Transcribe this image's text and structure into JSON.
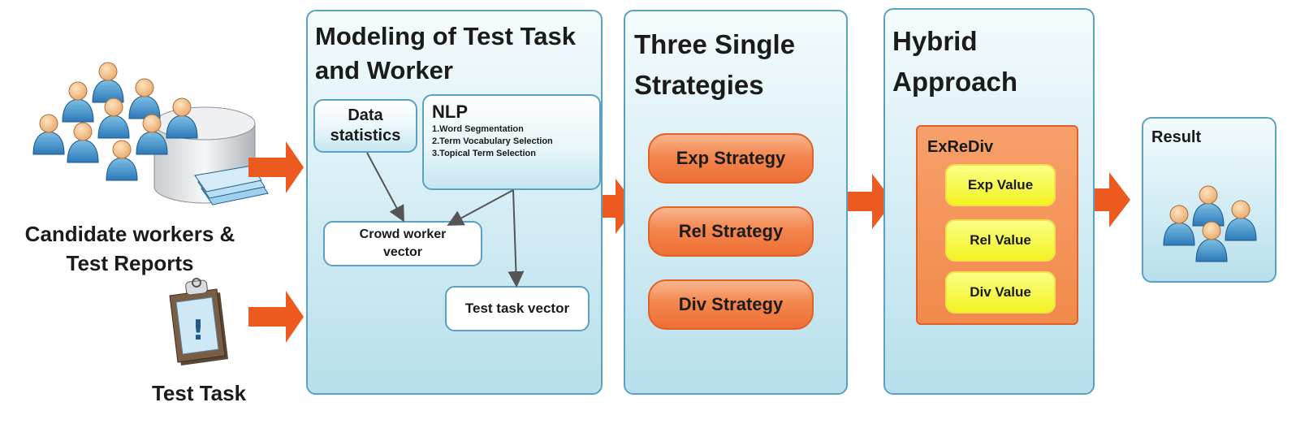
{
  "inputs": {
    "workers_caption_line1": "Candidate workers &",
    "workers_caption_line2": "Test  Reports",
    "task_caption": "Test Task"
  },
  "modeling": {
    "title_line1": "Modeling of Test Task",
    "title_line2": "and Worker",
    "data_stats_line1": "Data",
    "data_stats_line2": "statistics",
    "nlp_title": "NLP",
    "nlp_steps": [
      "1.Word Segmentation",
      "2.Term Vocabulary Selection",
      "3.Topical Term Selection"
    ],
    "crowd_vector_line1": "Crowd worker",
    "crowd_vector_line2": "vector",
    "task_vector": "Test task vector"
  },
  "strategies": {
    "title_line1": "Three Single",
    "title_line2": "Strategies",
    "items": [
      "Exp Strategy",
      "Rel Strategy",
      "Div Strategy"
    ]
  },
  "hybrid": {
    "title_line1": "Hybrid",
    "title_line2": "Approach",
    "method": "ExReDiv",
    "values": [
      "Exp Value",
      "Rel Value",
      "Div Value"
    ]
  },
  "result": {
    "title": "Result"
  },
  "colors": {
    "panel_border": "#5aa2c2",
    "arrow": "#ec5a20",
    "strategy_fill": "#f3874f",
    "hybrid_fill": "#f28a4c",
    "value_fill": "#f2f21e"
  }
}
